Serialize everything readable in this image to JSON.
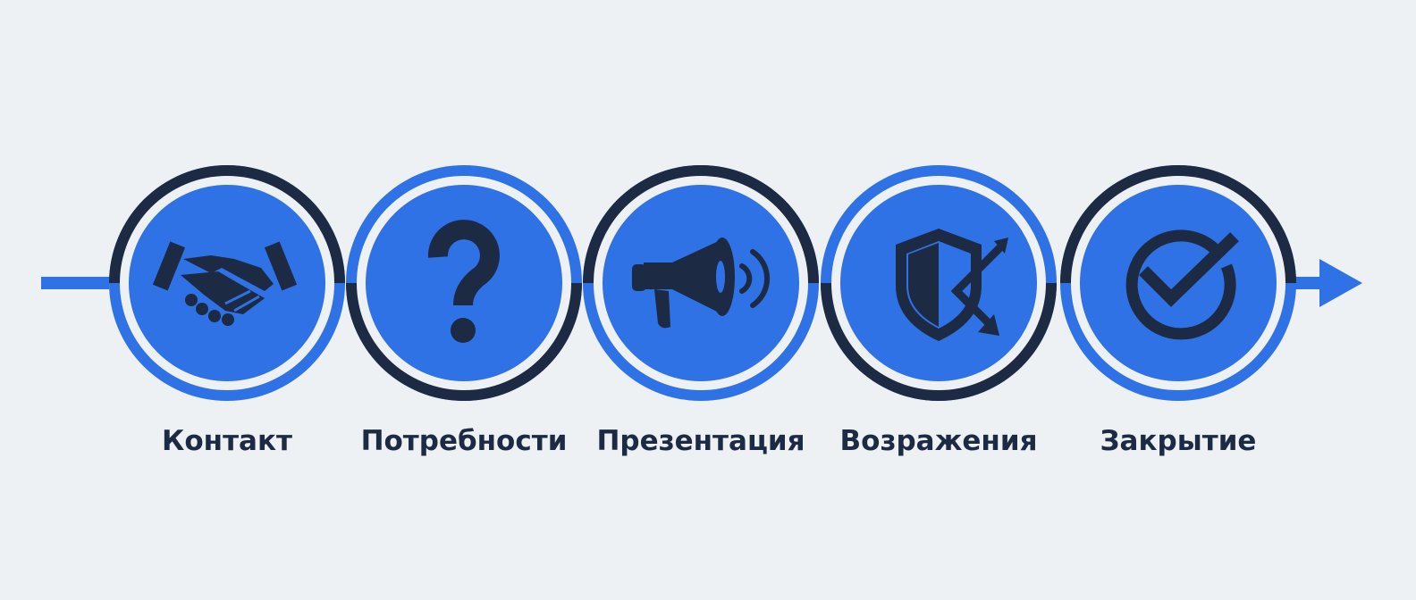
{
  "steps": [
    {
      "label": "Контакт",
      "icon": "handshake-icon"
    },
    {
      "label": "Потребности",
      "icon": "question-mark-icon"
    },
    {
      "label": "Презентация",
      "icon": "megaphone-icon"
    },
    {
      "label": "Возражения",
      "icon": "shield-deflect-icon"
    },
    {
      "label": "Закрытие",
      "icon": "check-circle-icon"
    }
  ],
  "colors": {
    "background": "#eef1f3",
    "blue": "#2f72e6",
    "navy": "#1c2a44",
    "gap": "#eef1f3"
  }
}
